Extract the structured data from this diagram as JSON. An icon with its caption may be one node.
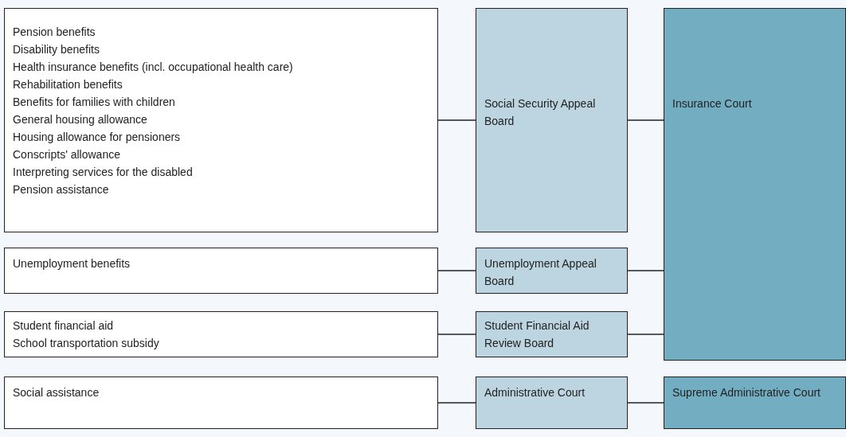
{
  "diagram": {
    "nodes": [
      {
        "text": [
          "Pension benefits",
          "Disability benefits",
          "Health insurance benefits (incl. occupational health care)",
          "Rehabilitation benefits",
          "Benefits for families with children",
          "General housing allowance",
          "Housing allowance for pensioners",
          "Conscripts' allowance",
          "Interpreting services for the disabled",
          "Pension assistance"
        ]
      },
      {
        "text": [
          "Social Security Appeal Board"
        ]
      },
      {
        "text": [
          "Insurance Court"
        ]
      },
      {
        "text": [
          "Unemployment benefits"
        ]
      },
      {
        "text": [
          "Unemployment Appeal Board"
        ]
      },
      {
        "text": [
          "Student financial aid",
          "School transportation subsidy"
        ]
      },
      {
        "text": [
          "Student Financial Aid Review Board"
        ]
      },
      {
        "text": [
          "Social assistance"
        ]
      },
      {
        "text": [
          "Administrative Court"
        ]
      },
      {
        "text": [
          "Supreme Administrative Court"
        ]
      }
    ],
    "edges": [
      {
        "from": 0,
        "to": 1,
        "arrow": "none"
      },
      {
        "from": 1,
        "to": 2,
        "arrow": "none"
      },
      {
        "from": 3,
        "to": 4,
        "arrow": "none"
      },
      {
        "from": 4,
        "to": 2,
        "arrow": "none"
      },
      {
        "from": 5,
        "to": 6,
        "arrow": "none"
      },
      {
        "from": 6,
        "to": 2,
        "arrow": "none"
      },
      {
        "from": 7,
        "to": 8,
        "arrow": "none"
      },
      {
        "from": 8,
        "to": 9,
        "arrow": "none"
      }
    ]
  }
}
